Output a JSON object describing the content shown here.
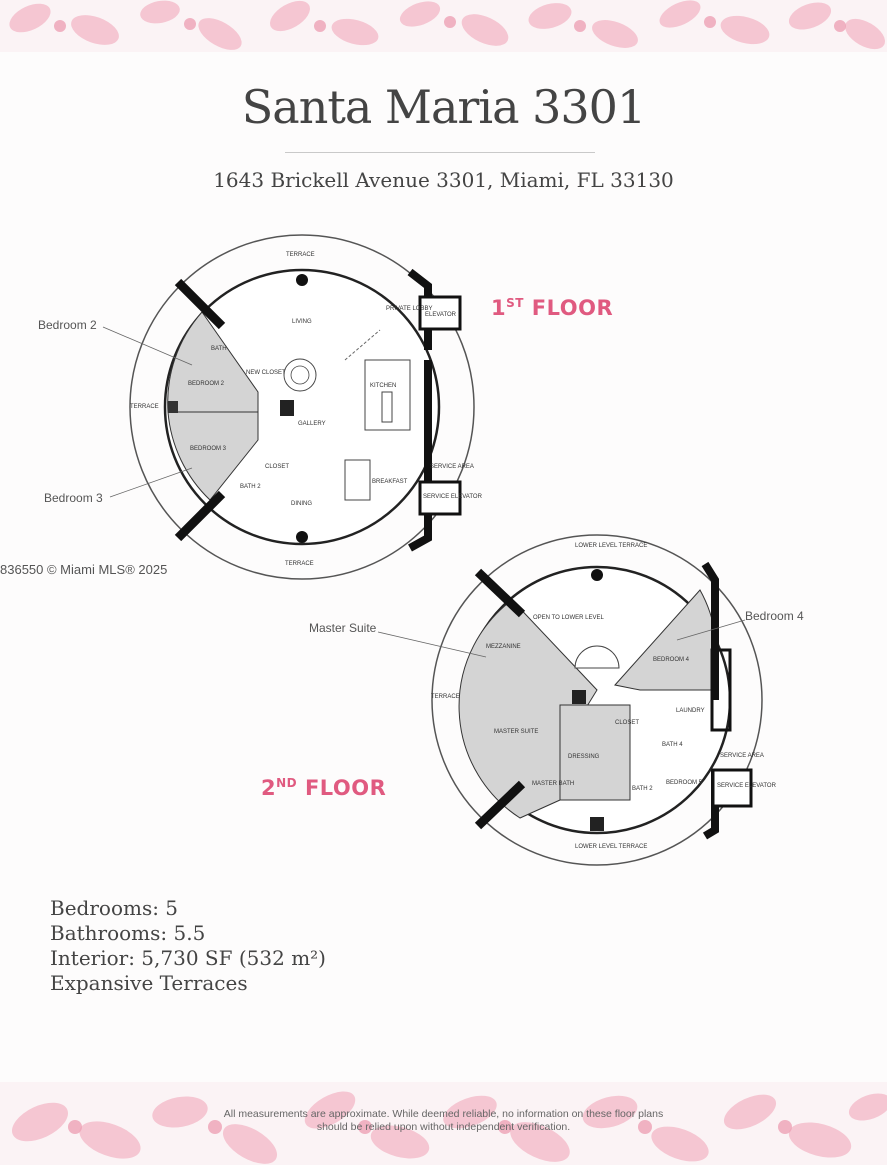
{
  "header": {
    "title": "Santa Maria 3301",
    "address": "1643 Brickell Avenue 3301, Miami, FL 33130"
  },
  "floor1": {
    "label_main": "1",
    "label_sup": "ST",
    "label_rest": " FLOOR",
    "rooms": {
      "terrace_top": "TERRACE",
      "terrace_left": "TERRACE",
      "terrace_bottom": "TERRACE",
      "living": "LIVING",
      "private_lobby": "PRIVATE LOBBY",
      "elevator": "ELEVATOR",
      "kitchen": "KITCHEN",
      "bath": "BATH",
      "new_closet": "NEW CLOSET",
      "bedroom2": "BEDROOM 2",
      "bedroom3": "BEDROOM 3",
      "gallery": "GALLERY",
      "closet": "CLOSET",
      "bath2": "BATH 2",
      "service_area": "SERVICE AREA",
      "breakfast": "BREAKFAST",
      "service_elevator": "SERVICE ELEVATOR",
      "dining": "DINING"
    },
    "callouts": {
      "bedroom2": "Bedroom 2",
      "bedroom3": "Bedroom 3"
    }
  },
  "floor2": {
    "label_main": "2",
    "label_sup": "ND",
    "label_rest": " FLOOR",
    "rooms": {
      "lower_terrace_top": "LOWER LEVEL TERRACE",
      "open_to_lower": "OPEN TO LOWER LEVEL",
      "mezzanine": "MEZZANINE",
      "bedroom4": "BEDROOM 4",
      "terrace": "TERRACE",
      "master_suite": "MASTER SUITE",
      "closet": "CLOSET",
      "laundry": "LAUNDRY",
      "bath4": "BATH 4",
      "dressing": "DRESSING",
      "service_area": "SERVICE AREA",
      "master_bath": "MASTER BATH",
      "bath2": "BATH 2",
      "bedroom5": "BEDROOM 5",
      "service_elevator": "SERVICE ELEVATOR",
      "lower_terrace_bottom": "LOWER LEVEL TERRACE"
    },
    "callouts": {
      "master_suite": "Master Suite",
      "bedroom4": "Bedroom 4"
    }
  },
  "watermark": "836550 © Miami MLS® 2025",
  "specs": {
    "bedrooms": "Bedrooms: 5",
    "bathrooms": "Bathrooms: 5.5",
    "interior": "Interior: 5,730 SF (532 m²)",
    "terraces": "Expansive Terraces"
  },
  "disclaimer": {
    "line1": "All measurements are approximate. While deemed reliable, no information on these floor plans",
    "line2": "should be relied upon without independent verification."
  },
  "colors": {
    "accent": "#e05a80",
    "shaded_room": "#d4d4d4",
    "floral": "#f3b7c7"
  }
}
